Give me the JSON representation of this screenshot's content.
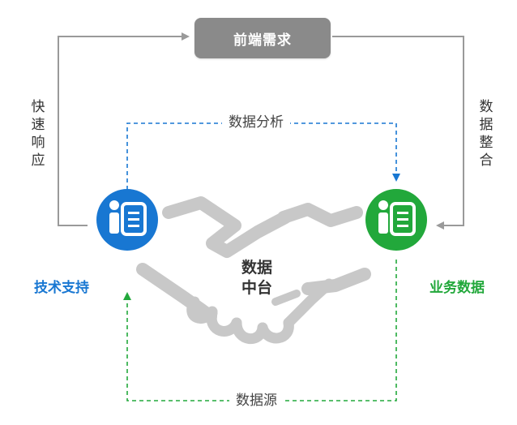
{
  "top_box": {
    "label": "前端需求"
  },
  "left_flow": {
    "label": "快速响应"
  },
  "right_flow": {
    "label": "数据整合"
  },
  "top_dashed": {
    "label": "数据分析"
  },
  "bottom_dashed": {
    "label": "数据源"
  },
  "center": {
    "line1": "数据",
    "line2": "中台"
  },
  "left_node": {
    "label": "技术支持",
    "color": "#1877d2"
  },
  "right_node": {
    "label": "业务数据",
    "color": "#22a83b"
  },
  "colors": {
    "gray": "#8a8a8a",
    "line_gray": "#9a9a9a",
    "handshake": "#c8c8c8",
    "blue": "#1877d2",
    "green": "#22a83b"
  },
  "icons": [
    "person-document-icon",
    "handshake-icon"
  ]
}
